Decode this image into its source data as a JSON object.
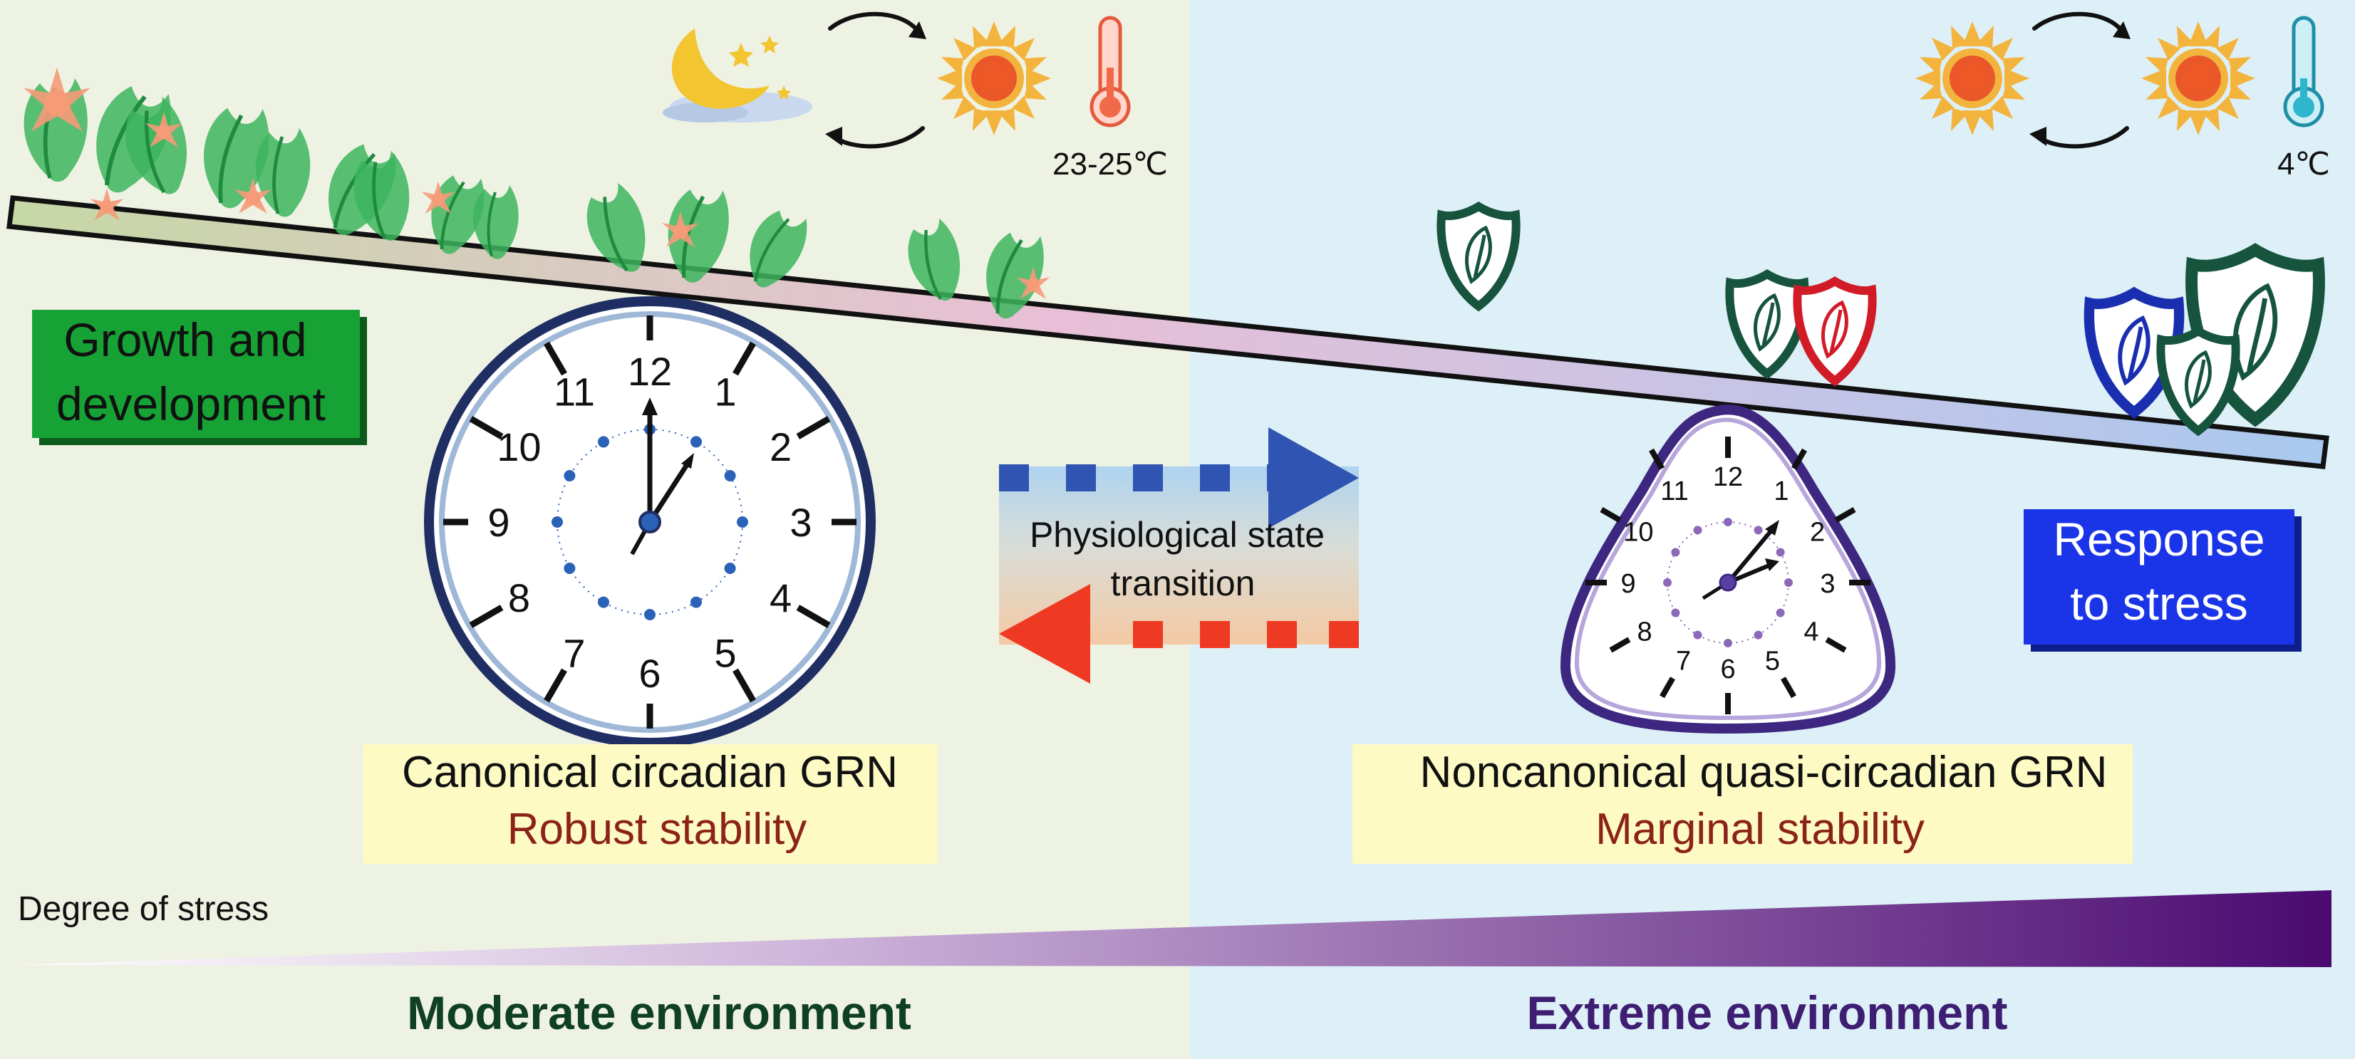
{
  "colors": {
    "moderate_bg": "#EEF2E3",
    "extreme_bg": "#DDEFF7",
    "growth_box": "#16A234",
    "stress_box": "#1A35E8",
    "label_box": "#FDFAC4",
    "stability_text": "#8B2318",
    "moderate_env_text": "#0F3F24",
    "extreme_env_text": "#3E1E72",
    "gradient_end": "#4A0A70",
    "shield_green": "#16543E",
    "shield_red": "#D11C28",
    "shield_blue": "#1A2FB0",
    "arrow_blue": "#3656B8",
    "arrow_red": "#EE3A22",
    "clock_left_rim": "#1F2E63",
    "clock_right_rim": "#3E2780"
  },
  "icons": {
    "moon": "moon-icon",
    "sun": "sun-icon",
    "thermometer_warm": "thermometer-icon",
    "thermometer_cold": "thermometer-icon",
    "cycle_arrows": "cycle-arrows-icon",
    "plants": "plant-icon",
    "shield": "shield-leaf-icon",
    "clock": "clock-icon"
  },
  "temperatures": {
    "moderate": "23-25℃",
    "extreme": "4℃"
  },
  "labels": {
    "growth_line1": "Growth and",
    "growth_line2": "development",
    "stress_line1": "Response",
    "stress_line2": "to stress",
    "transition_line1": "Physiological state",
    "transition_line2": "transition",
    "canonical_title": "Canonical circadian GRN",
    "canonical_stability": "Robust stability",
    "noncanonical_title": "Noncanonical quasi-circadian GRN",
    "noncanonical_stability": "Marginal stability",
    "degree_of_stress": "Degree of stress",
    "moderate_env": "Moderate environment",
    "extreme_env": "Extreme environment"
  },
  "clock_numerals": [
    "12",
    "1",
    "2",
    "3",
    "4",
    "5",
    "6",
    "7",
    "8",
    "9",
    "10",
    "11"
  ]
}
